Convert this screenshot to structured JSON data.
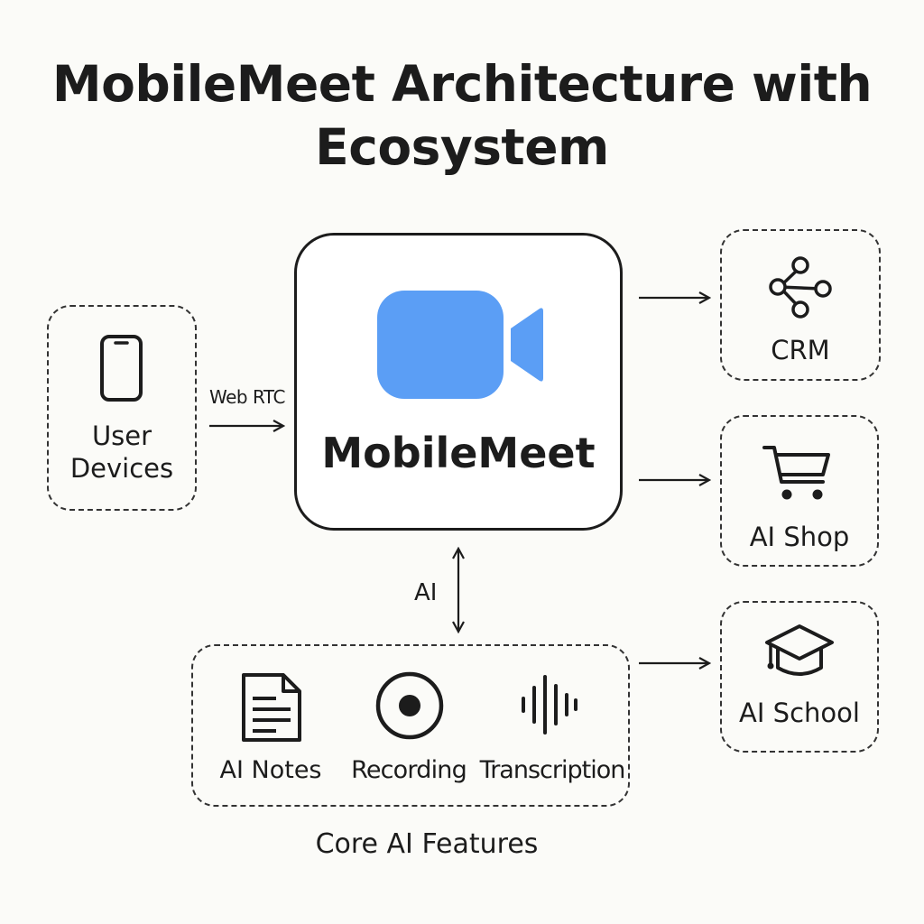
{
  "title_line1": "MobileMeet Architecture with",
  "title_line2": "Ecosystem",
  "user_devices": {
    "line1": "User",
    "line2": "Devices",
    "icon": "smartphone-icon"
  },
  "webrtc_label": "Web RTC",
  "center": {
    "label": "MobileMeet",
    "icon": "video-camera-icon",
    "accent": "#5b9ef5"
  },
  "ai_label": "AI",
  "integrations": [
    {
      "label": "CRM",
      "icon": "network-share-icon"
    },
    {
      "label": "AI Shop",
      "icon": "shopping-cart-icon"
    },
    {
      "label": "AI School",
      "icon": "graduation-cap-icon"
    }
  ],
  "features": [
    {
      "label": "AI Notes",
      "icon": "document-icon"
    },
    {
      "label": "Recording",
      "icon": "record-icon"
    },
    {
      "label": "Transcription",
      "icon": "audio-waveform-icon"
    }
  ],
  "features_caption": "Core AI Features"
}
